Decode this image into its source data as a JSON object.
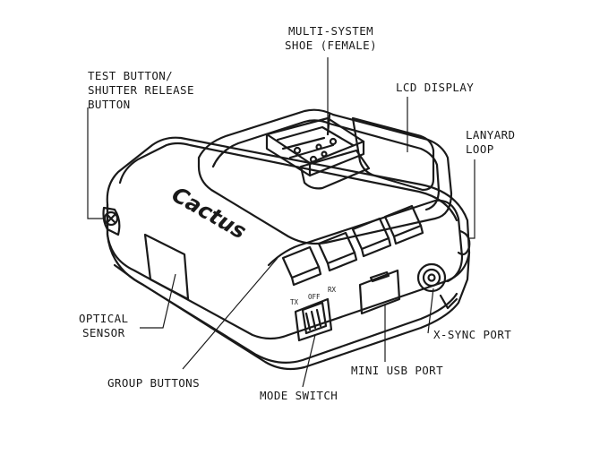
{
  "labels": {
    "shoe": [
      "MULTI-SYSTEM",
      "SHOE (FEMALE)"
    ],
    "test_button": [
      "TEST BUTTON/",
      "SHUTTER RELEASE",
      "BUTTON"
    ],
    "lcd": [
      "LCD DISPLAY"
    ],
    "lanyard": [
      "LANYARD",
      "LOOP"
    ],
    "optical": [
      "OPTICAL",
      "SENSOR"
    ],
    "xsync": [
      "X-SYNC PORT"
    ],
    "group": [
      "GROUP BUTTONS"
    ],
    "usb": [
      "MINI USB PORT"
    ],
    "mode": [
      "MODE SWITCH"
    ]
  },
  "device": {
    "brand": "Cactus",
    "switch_positions": [
      "TX",
      "OFF",
      "RX"
    ]
  },
  "colors": {
    "line": "#1a1a1a",
    "background": "#ffffff"
  }
}
